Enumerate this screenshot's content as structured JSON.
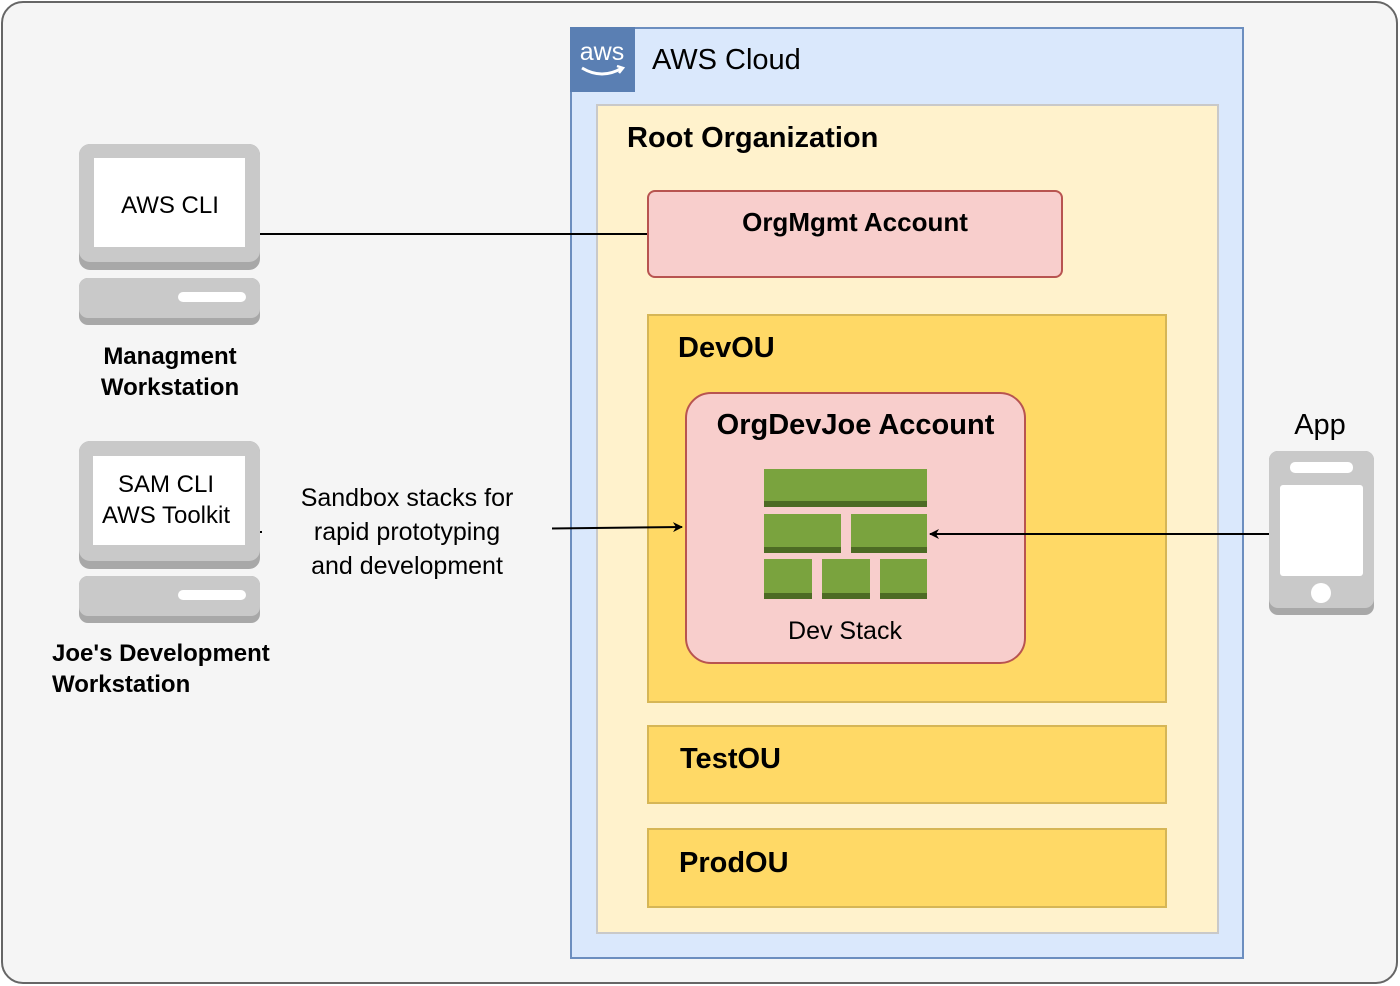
{
  "cloud": {
    "label": "AWS Cloud",
    "logo_text": "aws"
  },
  "root_org": {
    "label": "Root Organization"
  },
  "orgmgmt": {
    "label": "OrgMgmt Account"
  },
  "dev_ou": {
    "label": "DevOU"
  },
  "orgdevjoe": {
    "label": "OrgDevJoe Account",
    "stack_label": "Dev Stack"
  },
  "test_ou": {
    "label": "TestOU"
  },
  "prod_ou": {
    "label": "ProdOU"
  },
  "mgmt_workstation": {
    "screen_text": "AWS CLI",
    "label_line1": "Managment",
    "label_line2": "Workstation"
  },
  "joe_workstation": {
    "screen_line1": "SAM CLI",
    "screen_line2": "AWS Toolkit",
    "label_line1": "Joe's Development",
    "label_line2": "Workstation"
  },
  "edge_sandbox": {
    "line1": "Sandbox stacks for",
    "line2": "rapid prototyping",
    "line3": "and development"
  },
  "app": {
    "label": "App"
  },
  "colors": {
    "cloud_fill": "#dae8fc",
    "cloud_stroke": "#6c8ebf",
    "root_fill": "#fff2cc",
    "account_fill": "#f8cecc",
    "account_stroke": "#b85450",
    "ou_fill": "#ffd966",
    "ou_stroke": "#d6b656",
    "stack_green": "#7aa33e",
    "device_gray": "#c8c8c8"
  }
}
